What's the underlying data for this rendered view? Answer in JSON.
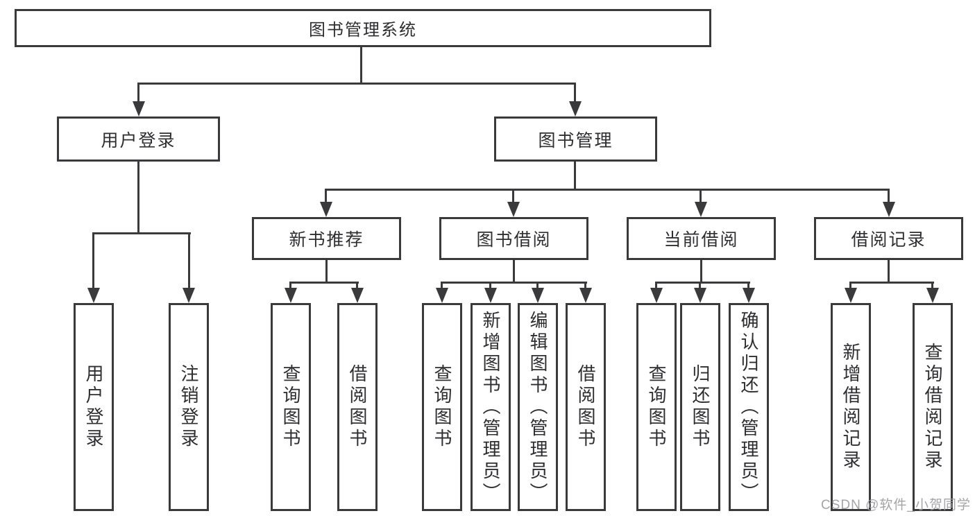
{
  "diagram": {
    "title": "图书管理系统",
    "watermark": "CSDN @软件_小贺同学",
    "colors": {
      "line": "#3a3a3c",
      "text": "#2e2e30",
      "bg": "#ffffff",
      "watermark": "#9b9b9e"
    },
    "level2": {
      "user_login": "用户登录",
      "book_management": "图书管理"
    },
    "level3": {
      "new_book_recommend": "新书推荐",
      "book_borrow": "图书借阅",
      "current_borrow": "当前借阅",
      "borrow_records": "借阅记录"
    },
    "level4": {
      "user_login_action": "用户登录",
      "logout": "注销登录",
      "recommend_query_books": "查询图书",
      "recommend_borrow_books": "借阅图书",
      "borrow_query_books": "查询图书",
      "add_books_admin": "新增图书（管理员）",
      "edit_books_admin": "编辑图书（管理员）",
      "borrow_borrow_books": "借阅图书",
      "current_query_books": "查询图书",
      "return_books": "归还图书",
      "confirm_return_admin": "确认归还（管理员）",
      "add_borrow_record": "新增借阅记录",
      "query_borrow_record": "查询借阅记录"
    }
  }
}
